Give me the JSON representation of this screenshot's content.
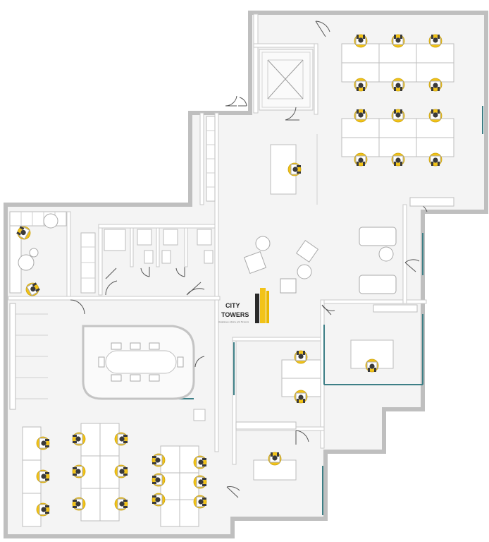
{
  "logo": {
    "line1": "CITY",
    "line2": "TOWERS",
    "tagline": "Надёжные офисы для бизнеса",
    "accent_color": "#f2c318",
    "dark_color": "#2a2a2a"
  },
  "colors": {
    "glass": "#3d7f86",
    "wall": "#c9c9c9",
    "floor": "#f4f4f4",
    "person": "#f2c318"
  }
}
